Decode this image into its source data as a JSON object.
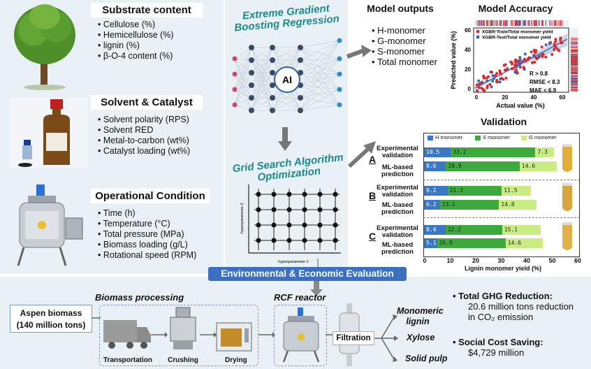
{
  "substrate": {
    "title": "Substrate content",
    "items": [
      "Cellulose (%)",
      "Hemicellulose (%)",
      "lignin (%)",
      "β-O-4 content (%)"
    ]
  },
  "solvent": {
    "title": "Solvent & Catalyst",
    "items": [
      "Solvent polarity (RPS)",
      "Solvent RED",
      "Metal-to-carbon (wt%)",
      "Catalyst loading (wt%)"
    ]
  },
  "operation": {
    "title": "Operational Condition",
    "items": [
      "Time (h)",
      "Temperature (°C)",
      "Total pressure (MPa)",
      "Biomass loading (g/L)",
      "Rotational speed (RPM)"
    ]
  },
  "xgb": {
    "title_line1": "Extreme Gradient",
    "title_line2": "Boosting Regression",
    "ai_label": "AI"
  },
  "grid": {
    "title_line1": "Grid Search Algorithm",
    "title_line2": "Optimization",
    "xlabel": "hyperparameter-1",
    "ylabel": "hyperparameter-2"
  },
  "outputs": {
    "title": "Model outputs",
    "items": [
      "H-monomer",
      "G-monomer",
      "S-monomer",
      "Total monomer"
    ]
  },
  "accuracy": {
    "title": "Model Accuracy",
    "legend_train": "XGBR-Train/Total monomer yield",
    "legend_test": "XGBR-Test/Total monomer yield",
    "metrics": [
      "R > 0.8",
      "RMSE < 8.3",
      "MAE < 6.9"
    ],
    "xlabel": "Actual value (%)",
    "ylabel": "Predicted value (%)",
    "ticks": [
      "0",
      "20",
      "40",
      "60"
    ]
  },
  "validation": {
    "title": "Validation",
    "legend": [
      "H monomer",
      "S monomer",
      "G monomer"
    ],
    "label_exp": "Experimental validation",
    "label_ml": "ML-based prediction",
    "xlabel": "Lignin monomer yield (%)",
    "xticks": [
      "0",
      "10",
      "20",
      "30",
      "40",
      "50",
      "60"
    ],
    "groups": [
      {
        "letter": "A",
        "exp": [
          10.5,
          33.2,
          7.3
        ],
        "ml": [
          8.6,
          28.9,
          14.6
        ]
      },
      {
        "letter": "B",
        "exp": [
          9.2,
          21.3,
          11.5
        ],
        "ml": [
          6.2,
          23.2,
          14.8
        ]
      },
      {
        "letter": "C",
        "exp": [
          8.4,
          22.2,
          15.1
        ],
        "ml": [
          5.1,
          26.9,
          14.6
        ]
      }
    ]
  },
  "eval": {
    "title": "Environmental & Economic Evaluation"
  },
  "process": {
    "feed_line1": "Aspen biomass",
    "feed_line2": "(140 million tons)",
    "biomass_title": "Biomass processing",
    "steps": [
      "Transportation",
      "Crushing",
      "Drying"
    ],
    "reactor_title": "RCF reactor",
    "filtration": "Filtration",
    "products": [
      "Monomeric lignin",
      "Xylose",
      "Solid pulp"
    ]
  },
  "results": {
    "ghg_title": "Total GHG Reduction:",
    "ghg_line1": "20.6 million tons reduction",
    "ghg_line2": "in CO₂ emission",
    "cost_title": "Social Cost Saving:",
    "cost_value": "$4,729 million"
  },
  "colors": {
    "h": "#3a78c6",
    "s": "#3caa3c",
    "g": "#c9ed80",
    "teal": "#1a8a8a",
    "panel": "#e9f0f6"
  }
}
